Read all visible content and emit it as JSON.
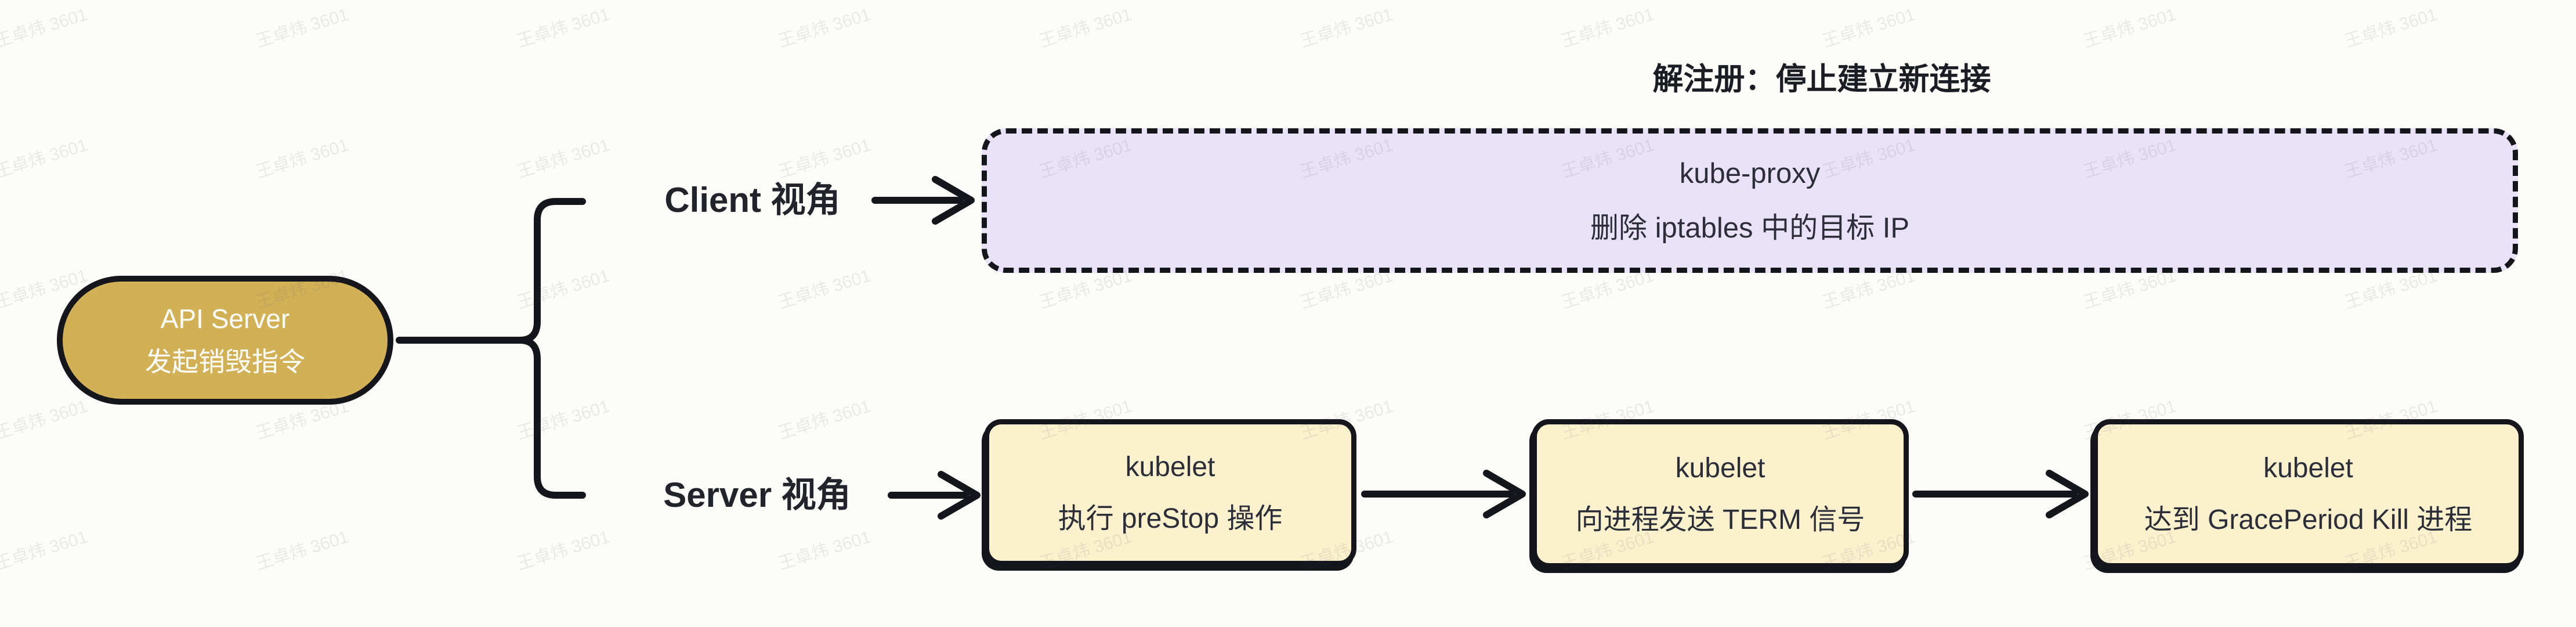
{
  "watermark": {
    "text": "王卓炜 3601"
  },
  "colors": {
    "background": "#fcfcf8",
    "stroke": "#15151c",
    "root_fill": "#d2b156",
    "root_text": "#ffffff",
    "client_fill": "#e9e2f9",
    "server_step_fill": "#fcf1cd",
    "node_text": "#2e2e3a",
    "label_text": "#23232b"
  },
  "root": {
    "line1": "API Server",
    "line2": "发起销毁指令"
  },
  "client": {
    "label": "Client 视角",
    "annotation": "解注册：停止建立新连接",
    "node": {
      "line1": "kube-proxy",
      "line2": "删除 iptables 中的目标 IP"
    }
  },
  "server": {
    "label": "Server 视角",
    "steps": [
      {
        "line1": "kubelet",
        "line2": "执行 preStop 操作"
      },
      {
        "line1": "kubelet",
        "line2": "向进程发送 TERM 信号"
      },
      {
        "line1": "kubelet",
        "line2": "达到 GracePeriod Kill 进程"
      }
    ]
  }
}
